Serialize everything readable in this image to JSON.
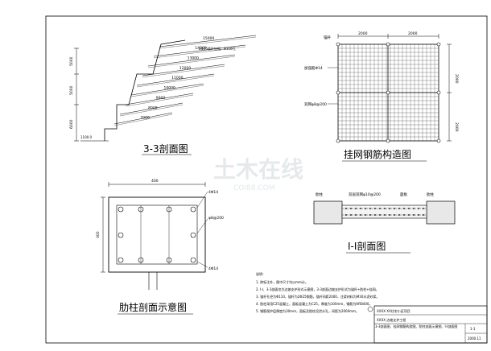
{
  "section33": {
    "title": "3-3剖面图",
    "heights": [
      "5000",
      "5000",
      "6000"
    ],
    "bench_labels": [
      "15000",
      "14000",
      "13000",
      "12000",
      "11000",
      "10000",
      "9000",
      "8000",
      "7000"
    ],
    "anchor_note": "2Φ25锚杆加强，Φ110孔",
    "base_label": "1100.0"
  },
  "mesh": {
    "title": "挂网钢筋构造图",
    "top_dims": [
      "2000",
      "2000"
    ],
    "side_dims": [
      "2000",
      "2000"
    ],
    "label_anchor": "锚杆",
    "label_strength": "加强筋Φ14",
    "label_double": "双网φ8@200"
  },
  "rib": {
    "title": "肋柱剖面示意图",
    "width_dim": "400",
    "height_dim": "300",
    "top_rebar": "4Φ14",
    "stirrup": "φ8@200",
    "bottom_rebar": "4Φ14"
  },
  "section11": {
    "title": "I-I剖面图",
    "label_rib_left": "肋柱",
    "label_mesh": "双层双网φ10@200",
    "label_panel": "面板",
    "label_rib_right": "肋柱"
  },
  "notes": {
    "heading": "说明：",
    "lines": [
      "1. 除标注外，图中尺寸均以mm计。",
      "2. I-I、3-3剖面仅为边坡支护形式示意图，3-3剖面边坡支护形式为锚杆+肋柱+挂网。",
      "3. 锚杆孔径为Φ110，锚杆为2Φ25钢筋，锚杆间距2000，注浆材料为M30水泥砂浆。",
      "4. 肋柱采用C25混凝土，面板混凝土为C25，厚度为100mm，钢筋为HRB400。",
      "5. 钢筋保护层厚度为30mm，面板及肋柱设泄水孔，间距为2000mm。"
    ]
  },
  "titleblock": {
    "project_line1": "XXXX  XX住宅小区项目",
    "project_line2": "XXXX  边坡支护工程",
    "drawing_name": "3-3剖面图、挂网钢筋构造图、肋柱剖面示意图、I-I剖面图",
    "sheet_no": "1-1",
    "date": "2000.11"
  },
  "watermark": {
    "text": "土木在线",
    "sub": "COI88.COM"
  }
}
